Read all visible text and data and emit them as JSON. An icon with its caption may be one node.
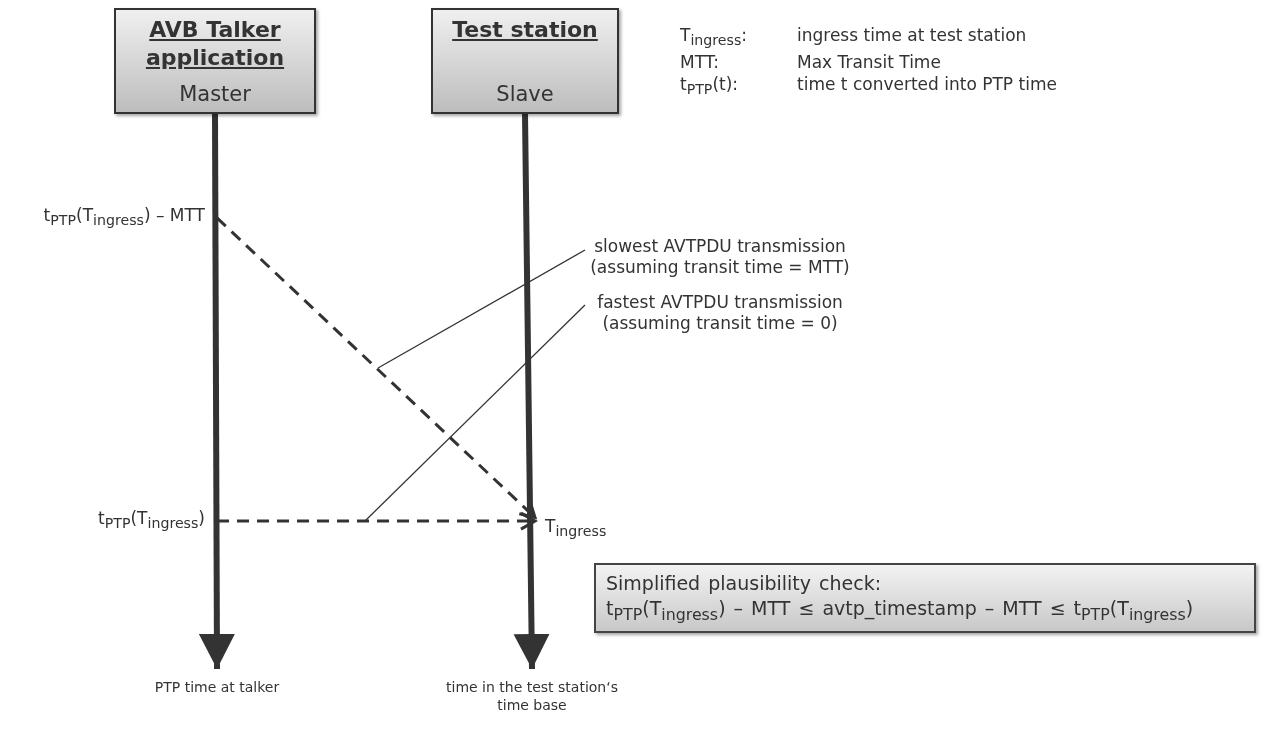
{
  "diagram": {
    "nodes": [
      {
        "text": [
          "AVB Talker application",
          "Master"
        ]
      },
      {
        "text": [
          "Test station",
          "Slave"
        ]
      },
      {
        "text": [
          "PTP time at talker"
        ]
      },
      {
        "text": [
          "time in the test station‘s time base"
        ]
      },
      {
        "text": [
          "t$_{PTP}$(T$_{ingress}$) – MTT"
        ]
      },
      {
        "text": [
          "t$_{PTP}$(T$_{ingress}$)"
        ]
      },
      {
        "text": [
          "T$_{ingress}$"
        ]
      },
      {
        "text": [
          "slowest AVTPDU transmission (assuming transit time = MTT)"
        ]
      },
      {
        "text": [
          "fastest AVTPDU transmission (assuming transit time = 0)"
        ]
      },
      {
        "text": [
          "Simplified plausibility check:",
          "t$_{PTP}$(T$_{ingress}$) – MTT ≤ avtp_timestamp – MTT ≤ t$_{PTP}$(T$_{ingress}$)"
        ]
      }
    ],
    "edges": [
      {
        "from": 0,
        "to": 2,
        "arrow": "to",
        "style": "thick"
      },
      {
        "from": 1,
        "to": 3,
        "arrow": "to",
        "style": "thick"
      },
      {
        "from": 4,
        "to": 6,
        "arrow": "to",
        "style": "dashed"
      },
      {
        "from": 5,
        "to": 6,
        "arrow": "to",
        "style": "dashed"
      },
      {
        "from": 7,
        "to": null,
        "arrow": "none"
      },
      {
        "from": 8,
        "to": null,
        "arrow": "none"
      }
    ],
    "labels": [
      "T$_{ingress}$:",
      "ingress time at test station",
      "MTT:",
      "Max Transit Time",
      "t$_{PTP}$(t):",
      "time t converted into PTP time"
    ]
  }
}
